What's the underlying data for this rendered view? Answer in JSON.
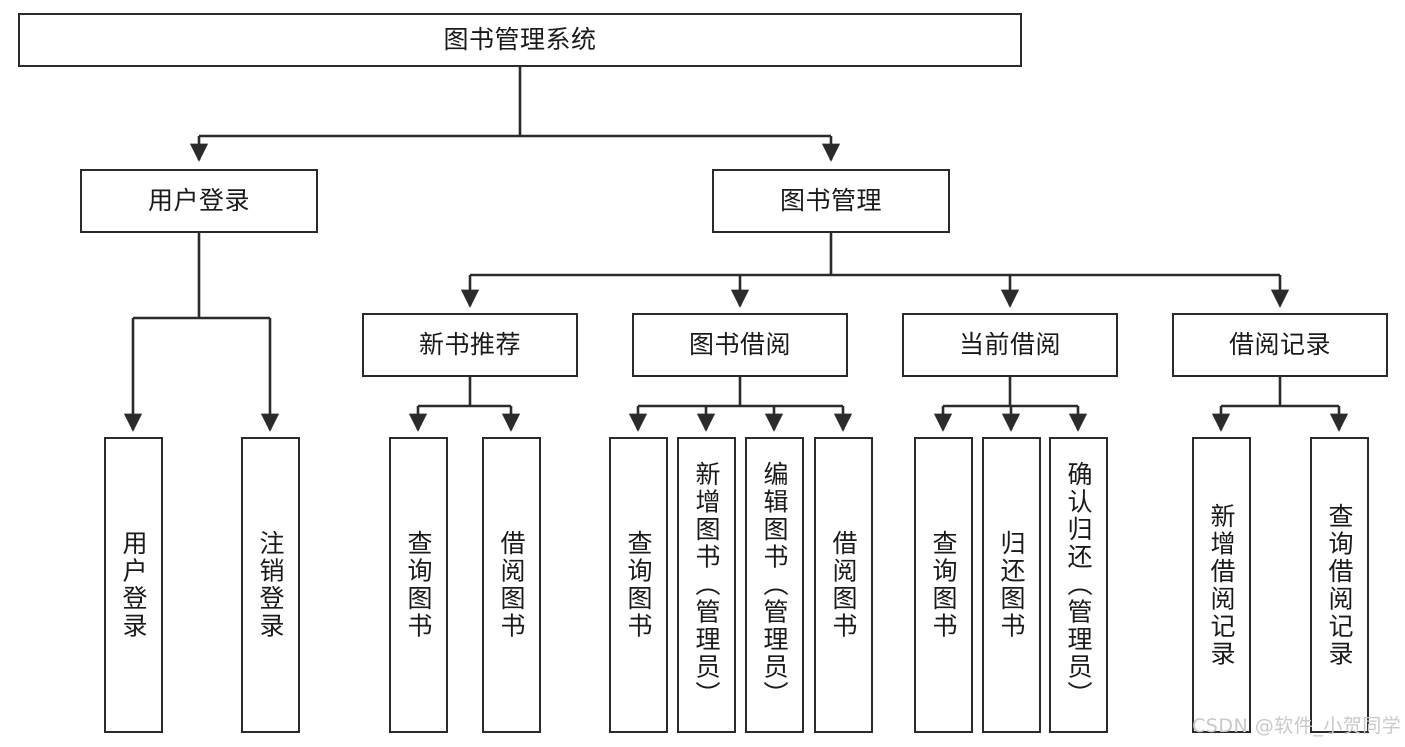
{
  "diagram": {
    "title": "图书管理系统",
    "type": "tree-hierarchy",
    "root": {
      "label": "图书管理系统"
    },
    "level2": [
      {
        "label": "用户登录"
      },
      {
        "label": "图书管理"
      }
    ],
    "level3": [
      {
        "label": "新书推荐"
      },
      {
        "label": "图书借阅"
      },
      {
        "label": "当前借阅"
      },
      {
        "label": "借阅记录"
      }
    ],
    "leaves": {
      "user_login": [
        {
          "label": "用户登录"
        },
        {
          "label": "注销登录"
        }
      ],
      "new_book_recommend": [
        {
          "label": "查询图书"
        },
        {
          "label": "借阅图书"
        }
      ],
      "book_borrow": [
        {
          "label": "查询图书"
        },
        {
          "label": "新增图书（管理员）"
        },
        {
          "label": "编辑图书（管理员）"
        },
        {
          "label": "借阅图书"
        }
      ],
      "current_borrow": [
        {
          "label": "查询图书"
        },
        {
          "label": "归还图书"
        },
        {
          "label": "确认归还（管理员）"
        }
      ],
      "borrow_record": [
        {
          "label": "新增借阅记录"
        },
        {
          "label": "查询借阅记录"
        }
      ]
    }
  },
  "watermark": {
    "text": "CSDN @软件_小贺同学"
  },
  "colors": {
    "stroke": "#2b2b2b",
    "background": "#ffffff",
    "text": "#1a1a1a",
    "watermark": "#c9c9c9"
  }
}
